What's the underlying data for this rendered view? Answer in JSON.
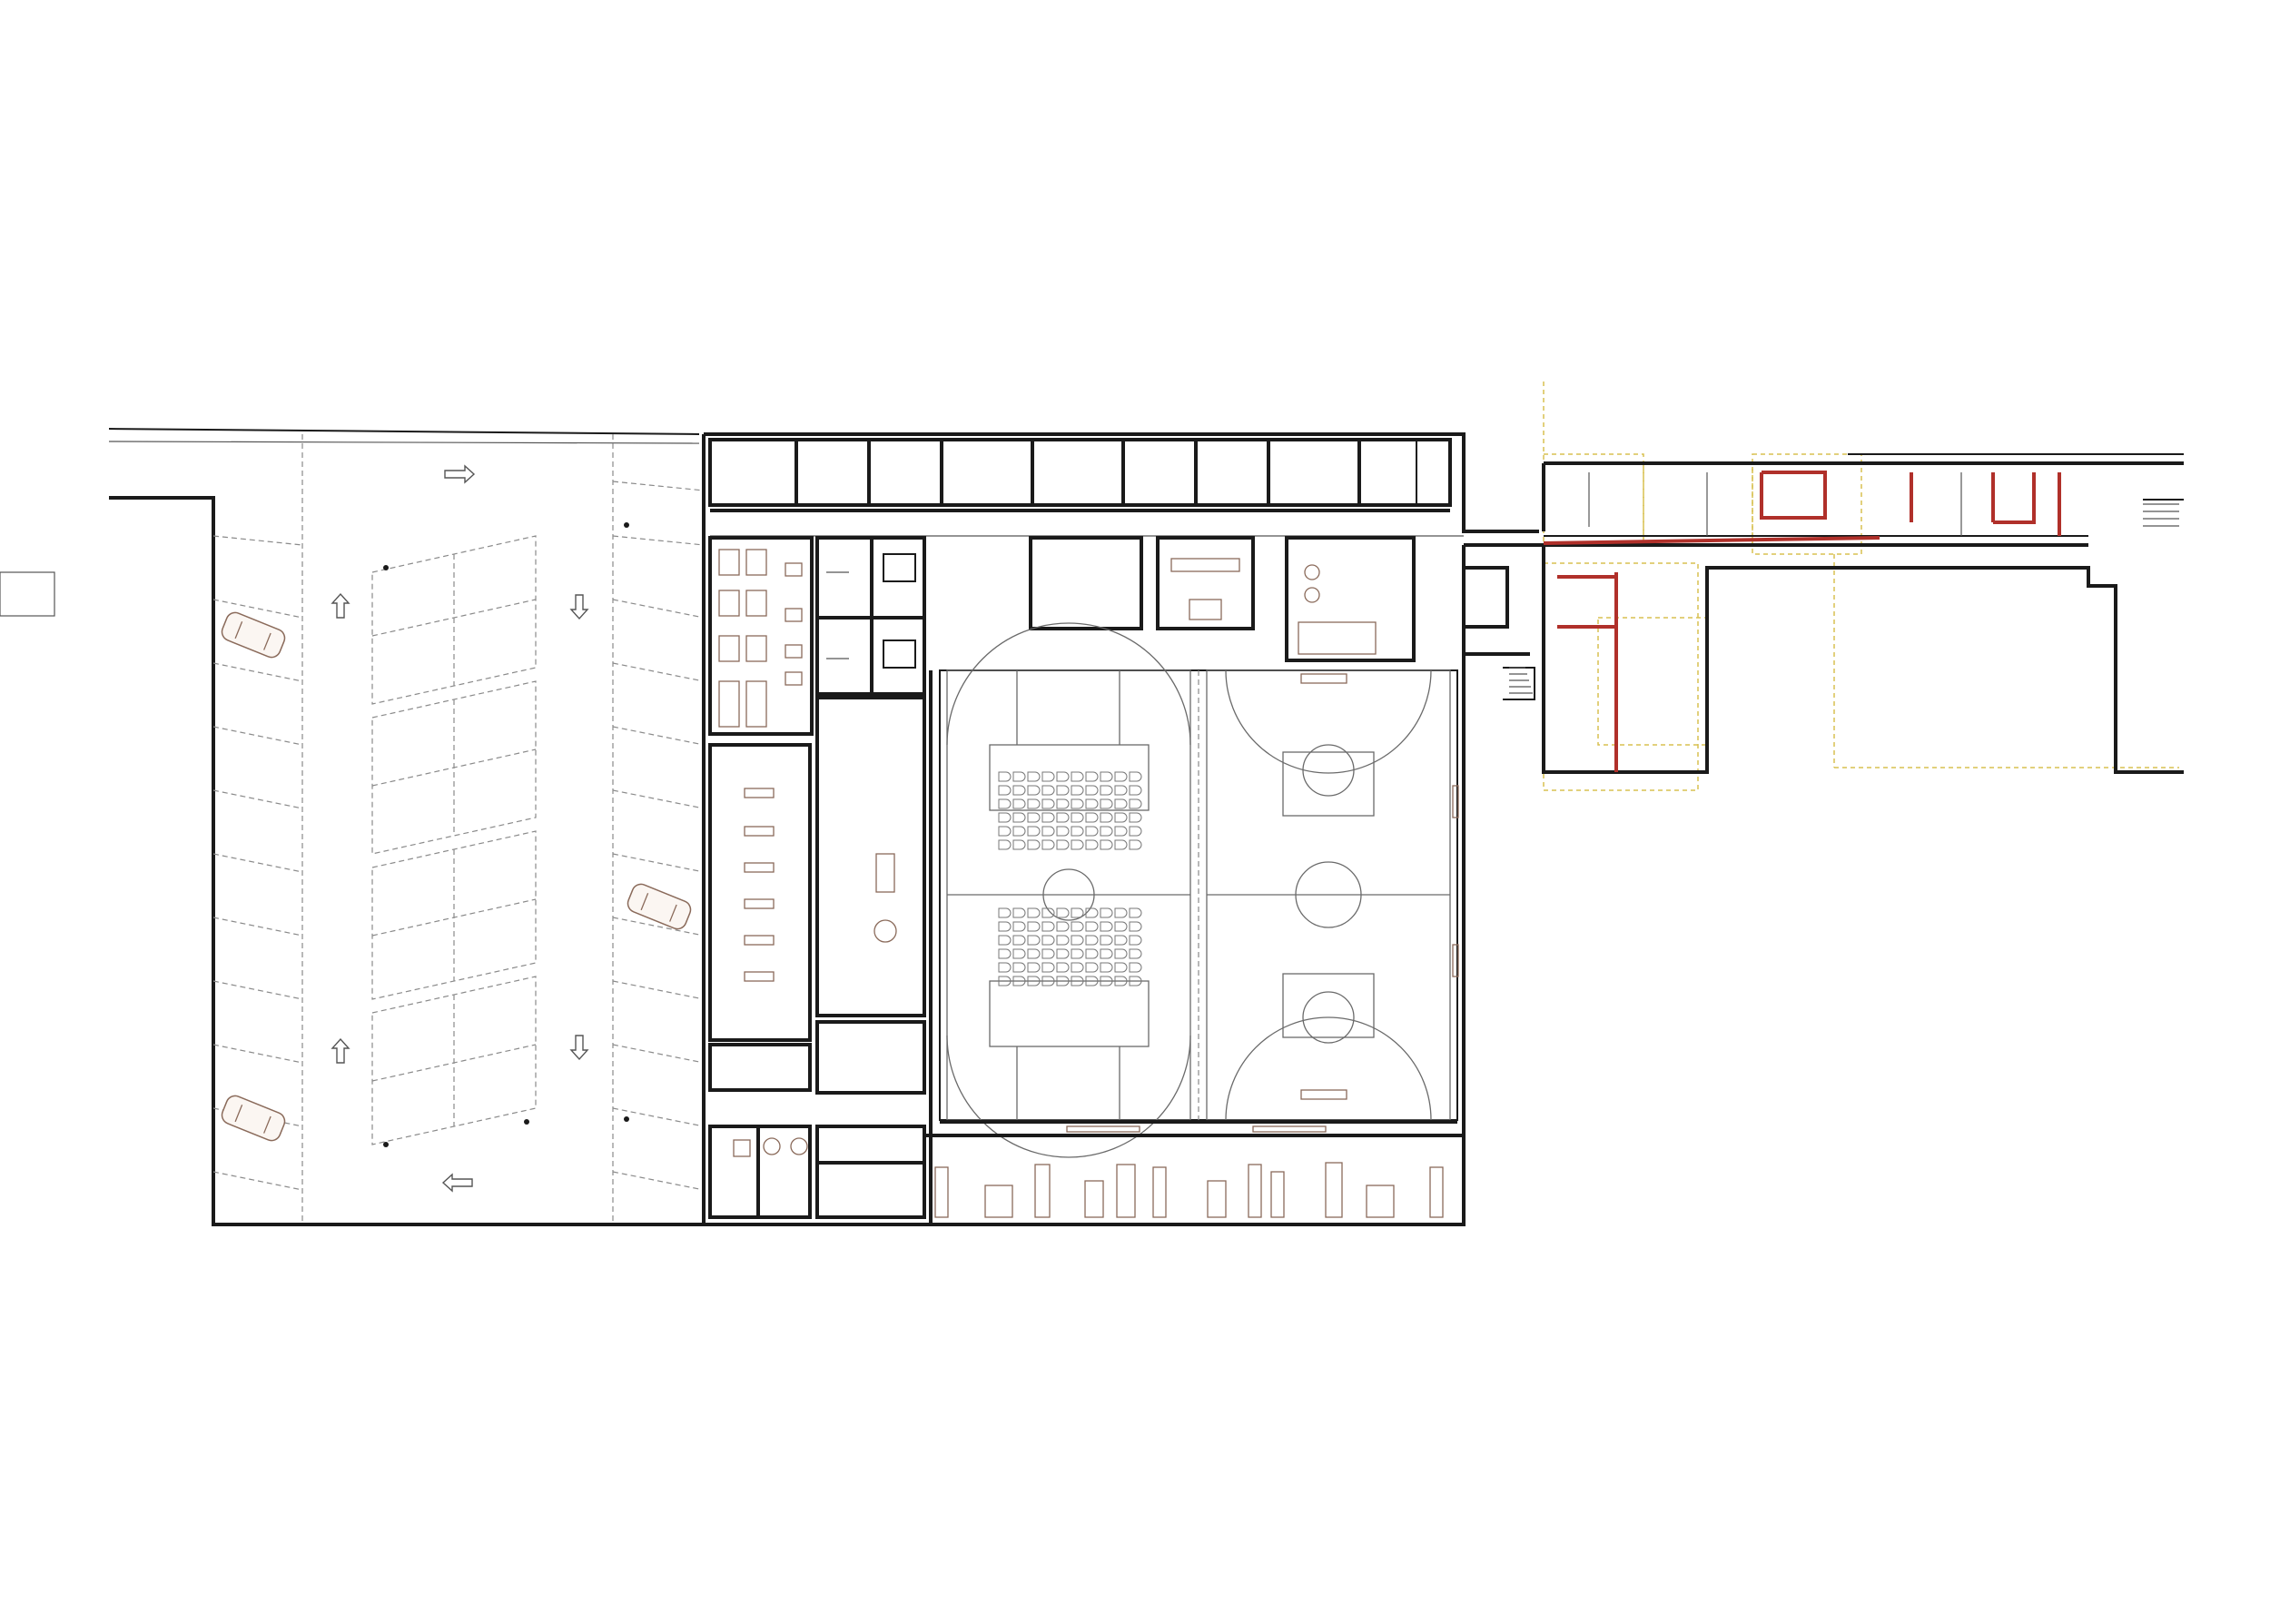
{
  "drawing": {
    "type": "architectural floor plan",
    "zones": [
      {
        "name": "parking",
        "rows": 3,
        "cars": 3
      },
      {
        "name": "sports-halls",
        "courts": 2
      },
      {
        "name": "existing-building-annex"
      }
    ]
  },
  "colors": {
    "wall": "#1a1a1a",
    "furniture": "#8a6a5a",
    "demolition": "#b0302a",
    "existing": "#d8c050",
    "background": "#ffffff"
  }
}
